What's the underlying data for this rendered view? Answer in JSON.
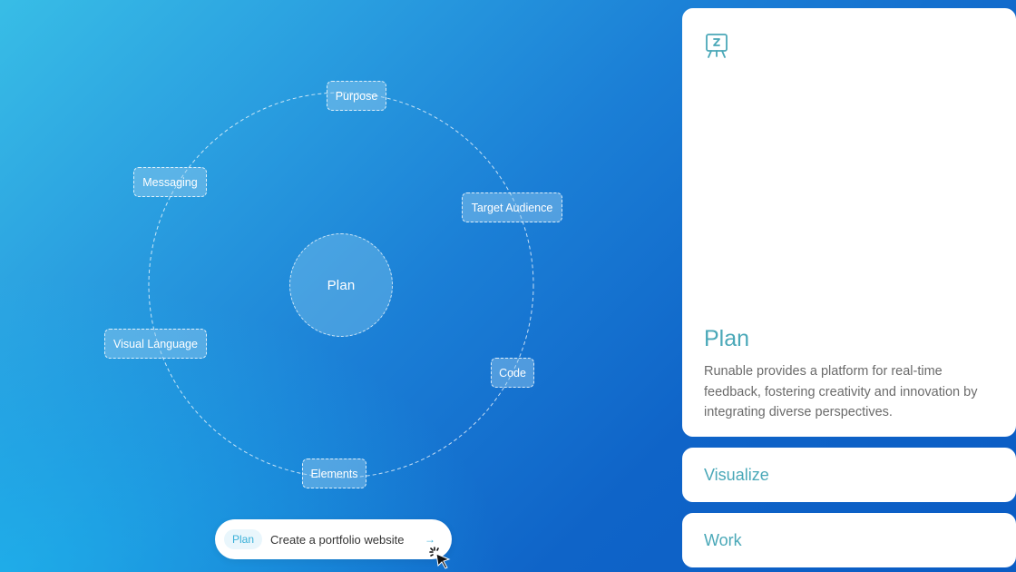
{
  "diagram": {
    "center_label": "Plan",
    "nodes": [
      {
        "label": "Purpose"
      },
      {
        "label": "Target Audience"
      },
      {
        "label": "Code"
      },
      {
        "label": "Elements"
      },
      {
        "label": "Visual Language"
      },
      {
        "label": "Messaging"
      }
    ]
  },
  "prompt_bar": {
    "chip_label": "Plan",
    "text": "Create a portfolio website",
    "arrow": "→"
  },
  "cards": {
    "active": {
      "icon": "presentation-board-icon",
      "title": "Plan",
      "description": "Runable provides a platform for real-time feedback, fostering creativity and innovation by integrating diverse perspectives."
    },
    "items": [
      {
        "title": "Visualize"
      },
      {
        "title": "Work"
      }
    ]
  },
  "colors": {
    "accent": "#4aa8b8",
    "chip_text": "#3ab0d8",
    "background_start": "#38bde6",
    "background_end": "#0a5cc4"
  }
}
